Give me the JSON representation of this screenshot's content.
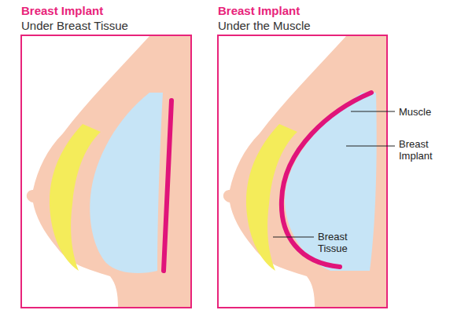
{
  "diagram": {
    "nodes": [
      {
        "text": [
          "Breast Implant",
          "Under Breast Tissue"
        ]
      },
      {
        "text": [
          "Breast Implant",
          "Under the Muscle"
        ]
      }
    ],
    "labels": [
      "Muscle",
      "Breast Implant",
      "Breast Tissue"
    ]
  }
}
